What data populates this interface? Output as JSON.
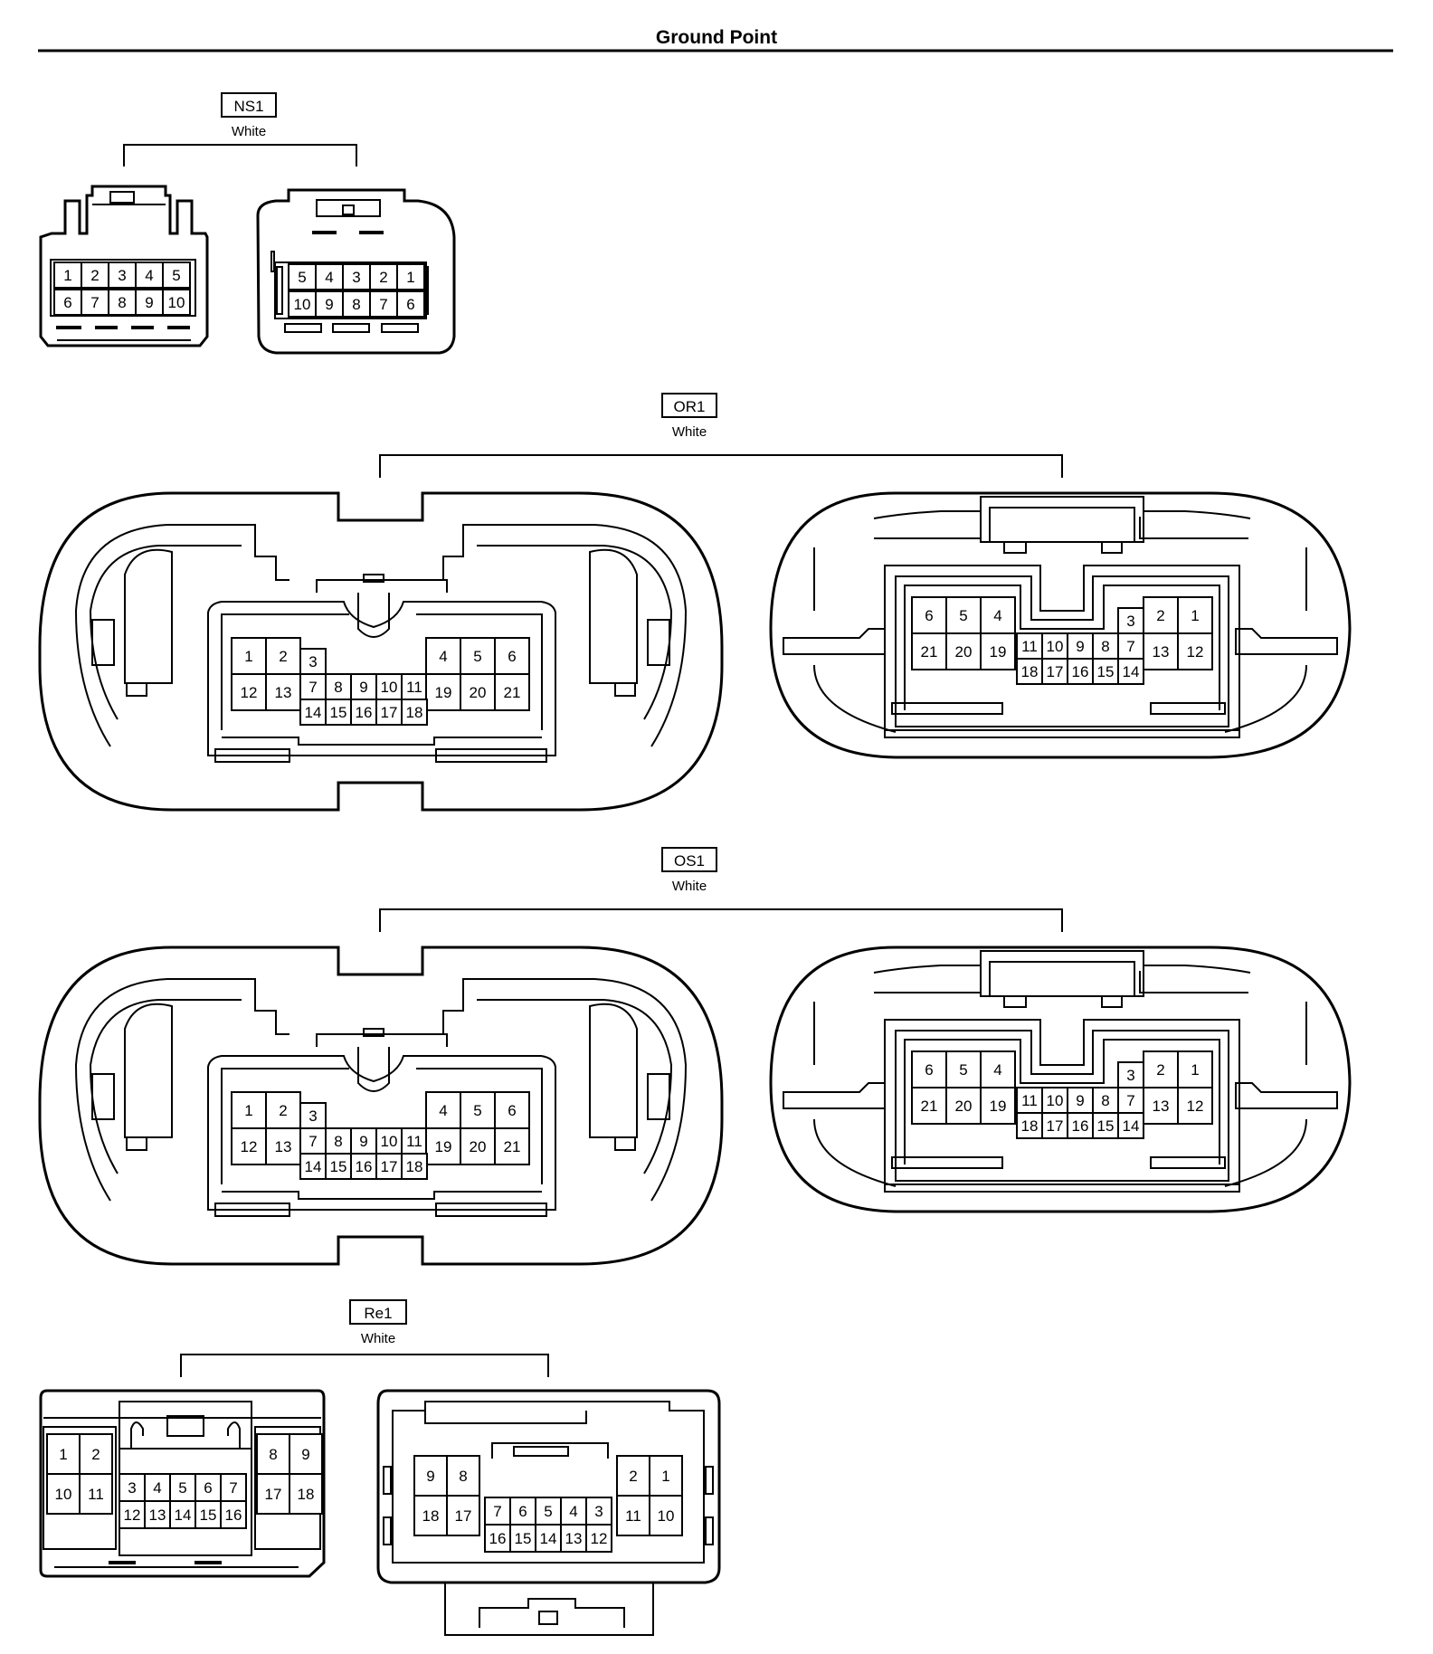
{
  "page": {
    "title": "Ground Point"
  },
  "connectors": [
    {
      "id": "NS1",
      "color": "White",
      "left": {
        "rows": [
          [
            "1",
            "2",
            "3",
            "4",
            "5"
          ],
          [
            "6",
            "7",
            "8",
            "9",
            "10"
          ]
        ]
      },
      "right": {
        "rows": [
          [
            "5",
            "4",
            "3",
            "2",
            "1"
          ],
          [
            "10",
            "9",
            "8",
            "7",
            "6"
          ]
        ]
      }
    },
    {
      "id": "OR1",
      "color": "White",
      "left": {
        "top": [
          [
            "1",
            "2"
          ],
          [
            "3"
          ],
          [
            "4",
            "5",
            "6"
          ]
        ],
        "middle": [
          [
            "12",
            "13"
          ],
          [
            "7",
            "8",
            "9",
            "10",
            "11"
          ],
          [
            "19",
            "20",
            "21"
          ]
        ],
        "bottom": [
          "14",
          "15",
          "16",
          "17",
          "18"
        ]
      },
      "right": {
        "top": [
          [
            "6",
            "5",
            "4"
          ],
          [
            "3"
          ],
          [
            "2",
            "1"
          ]
        ],
        "middle": [
          [
            "21",
            "20",
            "19"
          ],
          [
            "11",
            "10",
            "9",
            "8",
            "7"
          ],
          [
            "13",
            "12"
          ]
        ],
        "bottom": [
          "18",
          "17",
          "16",
          "15",
          "14"
        ]
      }
    },
    {
      "id": "OS1",
      "color": "White",
      "left": {
        "top": [
          [
            "1",
            "2"
          ],
          [
            "3"
          ],
          [
            "4",
            "5",
            "6"
          ]
        ],
        "middle": [
          [
            "12",
            "13"
          ],
          [
            "7",
            "8",
            "9",
            "10",
            "11"
          ],
          [
            "19",
            "20",
            "21"
          ]
        ],
        "bottom": [
          "14",
          "15",
          "16",
          "17",
          "18"
        ]
      },
      "right": {
        "top": [
          [
            "6",
            "5",
            "4"
          ],
          [
            "3"
          ],
          [
            "2",
            "1"
          ]
        ],
        "middle": [
          [
            "21",
            "20",
            "19"
          ],
          [
            "11",
            "10",
            "9",
            "8",
            "7"
          ],
          [
            "13",
            "12"
          ]
        ],
        "bottom": [
          "18",
          "17",
          "16",
          "15",
          "14"
        ]
      }
    },
    {
      "id": "Re1",
      "color": "White",
      "left": {
        "top": [
          [
            "1",
            "2"
          ],
          [
            "8",
            "9"
          ]
        ],
        "middle": [
          [
            "10",
            "11"
          ],
          [
            "3",
            "4",
            "5",
            "6",
            "7"
          ],
          [
            "17",
            "18"
          ]
        ],
        "bottom": [
          "12",
          "13",
          "14",
          "15",
          "16"
        ]
      },
      "right": {
        "top": [
          [
            "9",
            "8"
          ],
          [
            "2",
            "1"
          ]
        ],
        "middle": [
          [
            "18",
            "17"
          ],
          [
            "7",
            "6",
            "5",
            "4",
            "3"
          ],
          [
            "11",
            "10"
          ]
        ],
        "bottom": [
          "16",
          "15",
          "14",
          "13",
          "12"
        ]
      }
    }
  ]
}
